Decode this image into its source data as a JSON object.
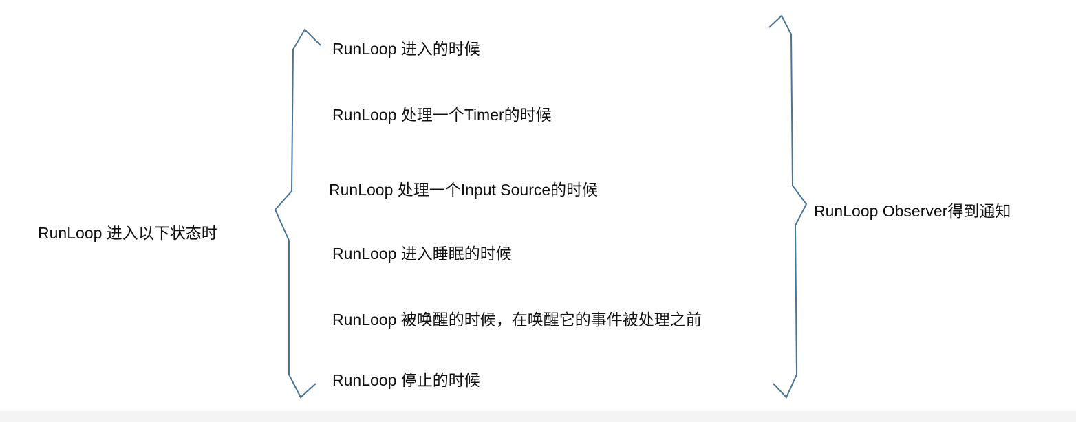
{
  "left_label": "RunLoop 进入以下状态时",
  "states": [
    "RunLoop 进入的时候",
    "RunLoop 处理一个Timer的时候",
    "RunLoop 处理一个Input Source的时候",
    "RunLoop 进入睡眠的时候",
    "RunLoop 被唤醒的时候，在唤醒它的事件被处理之前",
    "RunLoop 停止的时候"
  ],
  "right_label": "RunLoop Observer得到通知",
  "colors": {
    "brace": "#4a7595"
  }
}
